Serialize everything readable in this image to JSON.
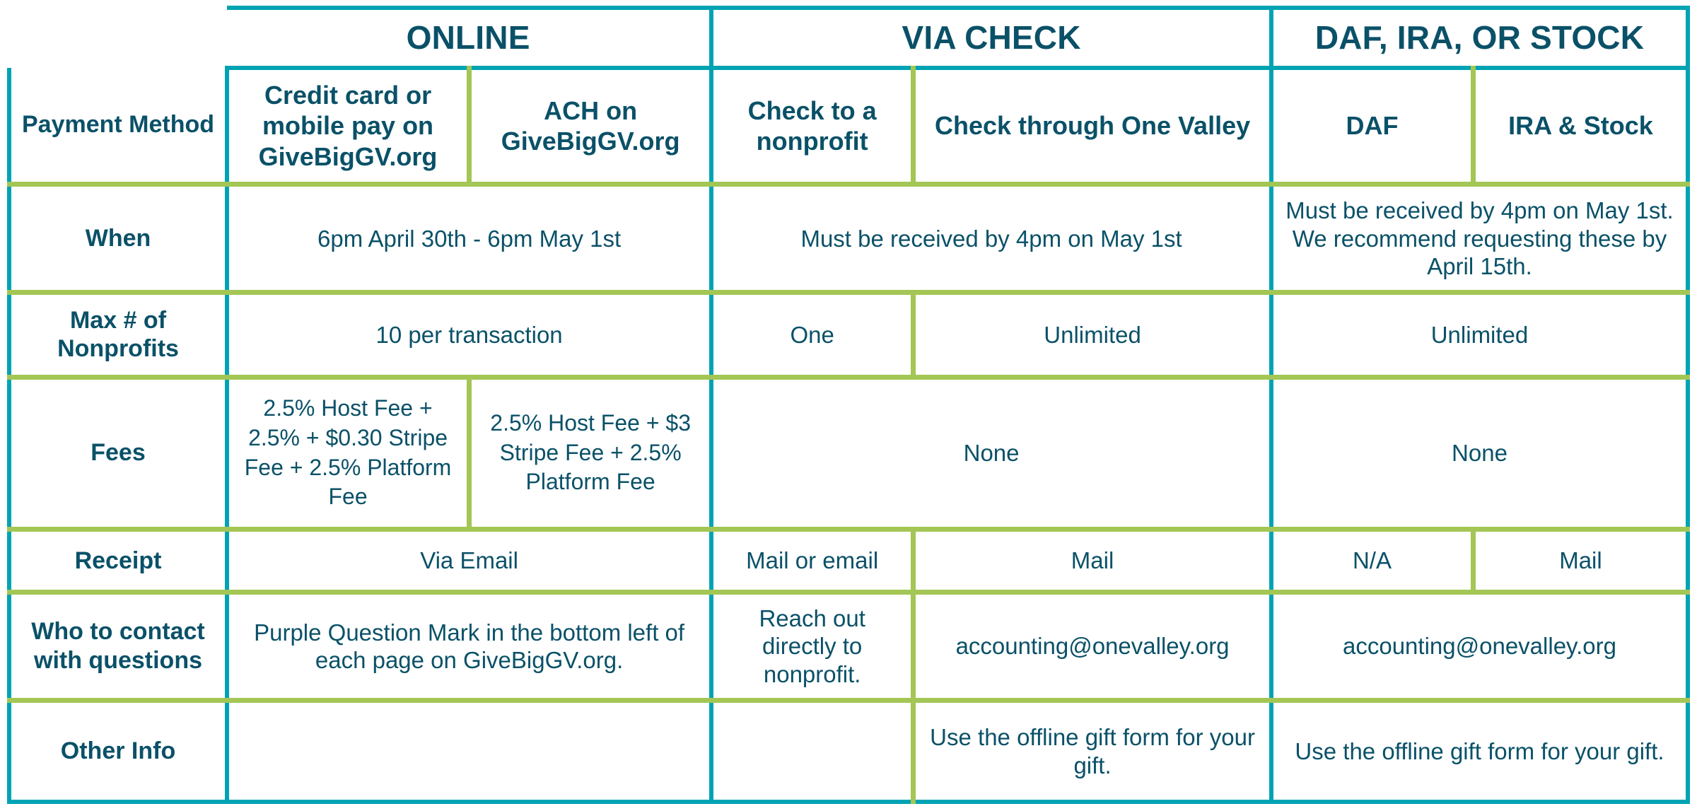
{
  "colors": {
    "teal_border": "#00a3b4",
    "green_border": "#a3c654",
    "heading_text": "#0a5168",
    "label_text": "#0a6d85",
    "background": "#ffffff"
  },
  "group_headers": {
    "corner": "",
    "online": "ONLINE",
    "via_check": "VIA CHECK",
    "daf_ira_stock": "DAF, IRA, OR STOCK"
  },
  "columns": {
    "label": "Payment Method",
    "credit": "Credit card or mobile pay on GiveBigGV.org",
    "ach": "ACH on GiveBigGV.org",
    "check_nonprofit": "Check to a nonprofit",
    "check_one_valley": "Check through One Valley",
    "daf": "DAF",
    "ira_stock": "IRA & Stock"
  },
  "rows": {
    "when": {
      "label": "When",
      "online": "6pm April 30th - 6pm May 1st",
      "check": "Must be received by 4pm on May 1st",
      "daf_group": "Must be received by 4pm on May 1st. We recommend requesting these by April 15th."
    },
    "max_nonprofits": {
      "label": "Max # of Nonprofits",
      "online": "10 per transaction",
      "check_nonprofit": "One",
      "check_one_valley": "Unlimited",
      "daf_group": "Unlimited"
    },
    "fees": {
      "label": "Fees",
      "credit": "2.5% Host Fee + 2.5% + $0.30 Stripe Fee + 2.5% Platform Fee",
      "ach": "2.5% Host Fee + $3 Stripe Fee + 2.5% Platform Fee",
      "check": "None",
      "daf_group": "None"
    },
    "receipt": {
      "label": "Receipt",
      "online": "Via Email",
      "check_nonprofit": "Mail or email",
      "check_one_valley": "Mail",
      "daf": "N/A",
      "ira_stock": "Mail"
    },
    "who_to_contact": {
      "label": "Who to contact with questions",
      "online": "Purple Question Mark in the bottom left of each page on GiveBigGV.org.",
      "check_nonprofit": "Reach out directly to nonprofit.",
      "check_one_valley": "accounting@onevalley.org",
      "daf_group": "accounting@onevalley.org"
    },
    "other_info": {
      "label": "Other Info",
      "online": "",
      "check_nonprofit": "",
      "check_one_valley": "Use the offline gift form for your gift.",
      "daf_group": "Use the offline gift form for your gift."
    }
  }
}
